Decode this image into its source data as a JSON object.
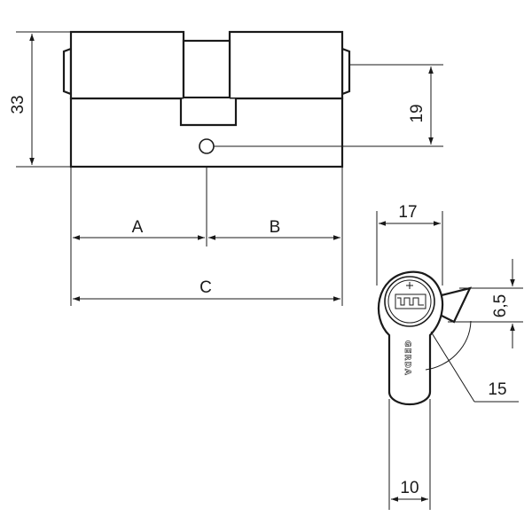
{
  "dimensions": {
    "height_total": "33",
    "height_offset": "19",
    "length_a": "A",
    "length_b": "B",
    "length_c": "C",
    "profile_width": "17",
    "cam_width": "6,5",
    "cam_reach": "15",
    "profile_bottom_width": "10"
  },
  "brand": "GERDA",
  "colors": {
    "ink": "#1a1a1a",
    "paper": "#ffffff"
  }
}
